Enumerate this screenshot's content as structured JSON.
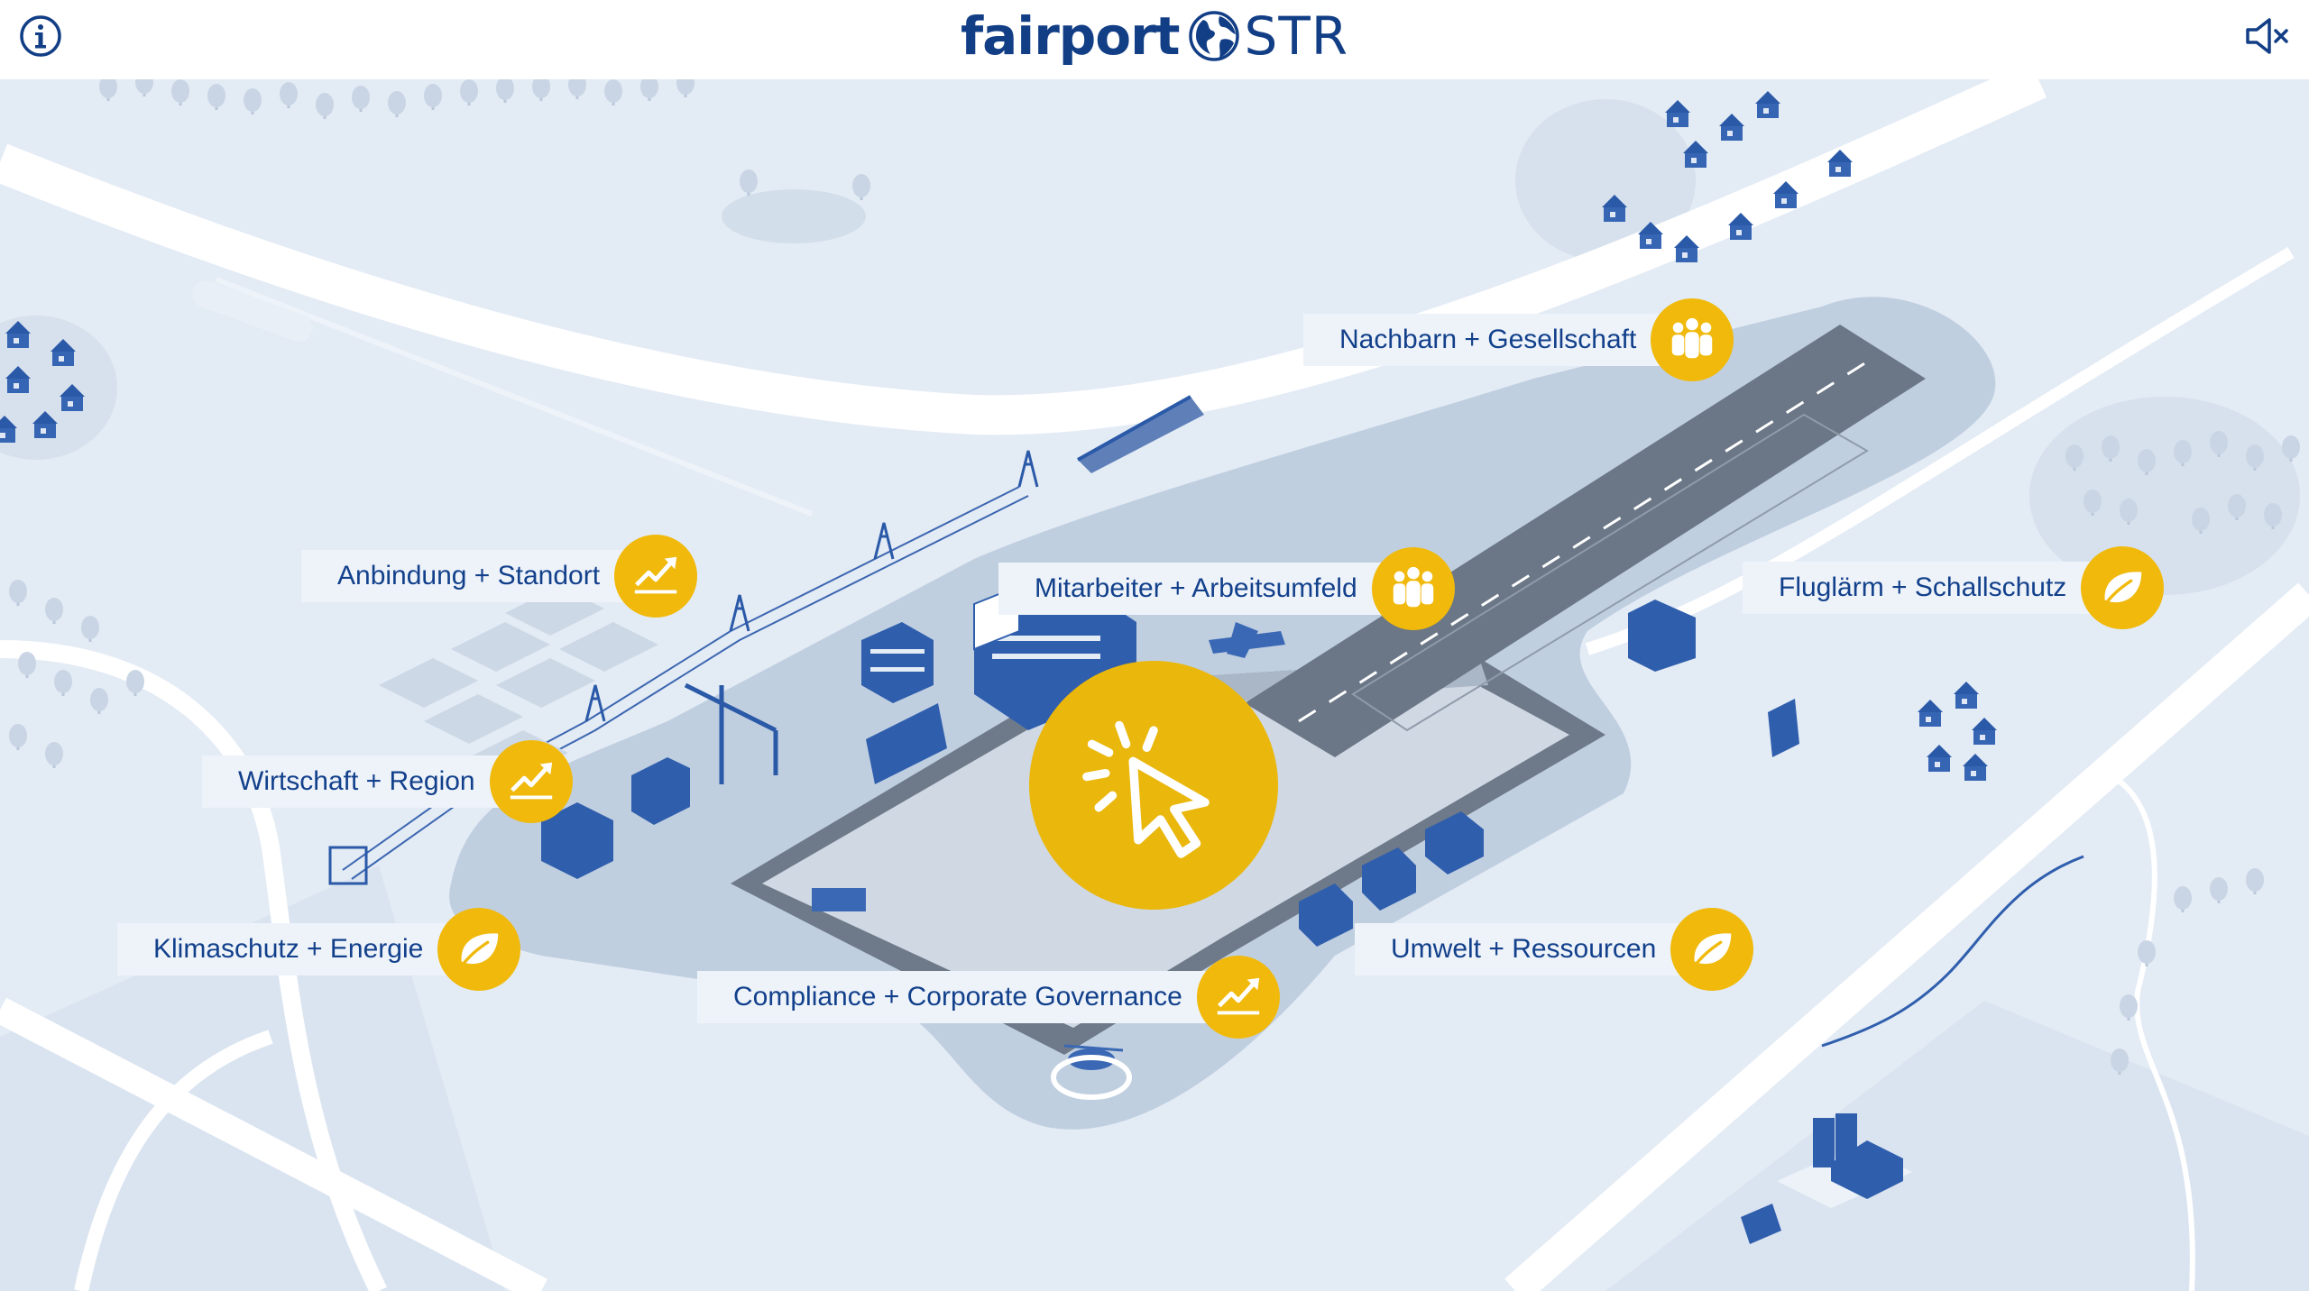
{
  "header": {
    "logo_brand": "fairport",
    "logo_code": "STR",
    "info_icon": "info-icon",
    "mute_icon": "speaker-muted-icon"
  },
  "colors": {
    "brand_blue": "#123e86",
    "accent_yellow": "#f0b90b",
    "map_background": "#e3ebf5",
    "airport_ground": "#c0cfe0",
    "runway": "#6b7787"
  },
  "hotspots": [
    {
      "id": "nachbarn",
      "label": "Nachbarn + Gesellschaft",
      "icon": "people-icon"
    },
    {
      "id": "anbindung",
      "label": "Anbindung + Standort",
      "icon": "trend-chart-icon"
    },
    {
      "id": "mitarbeiter",
      "label": "Mitarbeiter + Arbeitsumfeld",
      "icon": "people-icon"
    },
    {
      "id": "fluglaerm",
      "label": "Fluglärm + Schallschutz",
      "icon": "leaf-icon"
    },
    {
      "id": "wirtschaft",
      "label": "Wirtschaft + Region",
      "icon": "trend-chart-icon"
    },
    {
      "id": "klimaschutz",
      "label": "Klimaschutz + Energie",
      "icon": "leaf-icon"
    },
    {
      "id": "umwelt",
      "label": "Umwelt + Ressourcen",
      "icon": "leaf-icon"
    },
    {
      "id": "compliance",
      "label": "Compliance + Corporate Governance",
      "icon": "trend-chart-icon"
    }
  ],
  "center": {
    "icon": "click-cursor-icon"
  }
}
